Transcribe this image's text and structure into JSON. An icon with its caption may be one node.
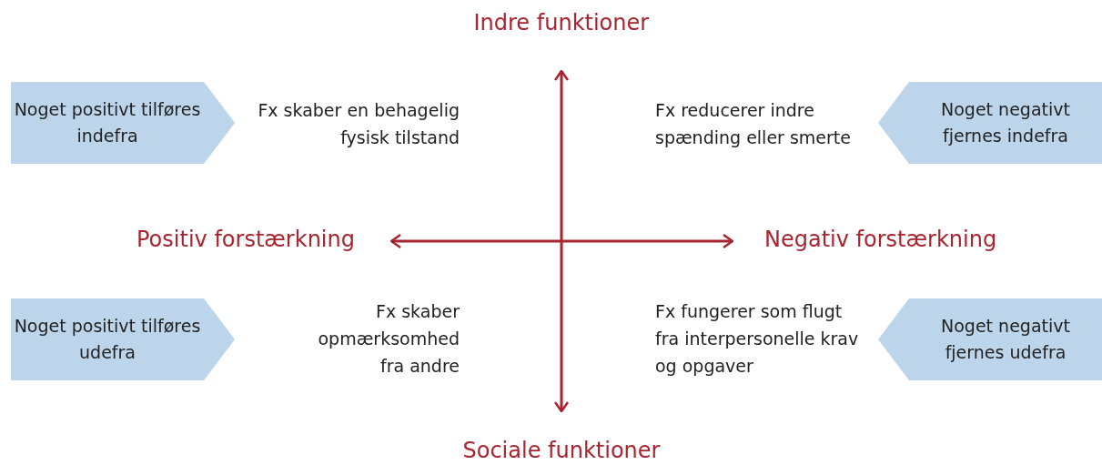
{
  "diagram": {
    "nodes": [
      {
        "text": [
          "Noget positivt tilføres indefra"
        ]
      },
      {
        "text": [
          "Noget negativt fjernes indefra"
        ]
      },
      {
        "text": [
          "Noget positivt tilføres udefra"
        ]
      },
      {
        "text": [
          "Noget negativt fjernes udefra"
        ]
      }
    ],
    "labels": [
      "Indre funktioner",
      "Fx skaber en behagelig fysisk tilstand",
      "Fx reducerer indre spænding eller smerte",
      "Positiv forstærkning",
      "Negativ forstærkning",
      "Fx skaber opmærksomhed fra andre",
      "Fx fungerer som flugt fra interpersonelle krav og opgaver",
      "Sociale funktioner"
    ]
  }
}
